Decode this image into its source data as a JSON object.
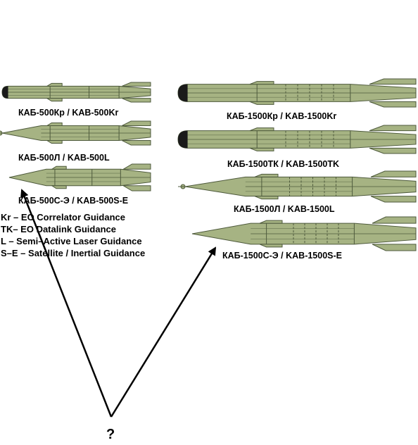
{
  "colors": {
    "bomb_body": "#a6b383",
    "bomb_outline": "#4e5a3c",
    "seeker_tip": "#1a1a1a",
    "arrow": "#000000",
    "background": "#ffffff"
  },
  "bombs": [
    {
      "label": "КАБ-500Кр / KAB-500Kr",
      "shape": "kab500-blunt"
    },
    {
      "label": "КАБ-500Л / KAB-500L",
      "shape": "kab500-pointed"
    },
    {
      "label": "КАБ-500С-Э / KAB-500S-E",
      "shape": "kab500-pointed"
    },
    {
      "label": "КАБ-1500Кр / KAB-1500Kr",
      "shape": "kab1500-blunt"
    },
    {
      "label": "КАБ-1500ТК / KAB-1500TK",
      "shape": "kab1500-blunt"
    },
    {
      "label": "КАБ-1500Л / KAB-1500L",
      "shape": "kab1500-pointed"
    },
    {
      "label": "КАБ-1500С-Э / KAB-1500S-E",
      "shape": "kab1500-pointed"
    }
  ],
  "legend": [
    "Kr – EO Correlator Guidance",
    "TK– EO Datalink Guidance",
    "L – Semi–Active Laser Guidance",
    "S–E – Satellite / Inertial Guidance"
  ],
  "question_mark": "?"
}
